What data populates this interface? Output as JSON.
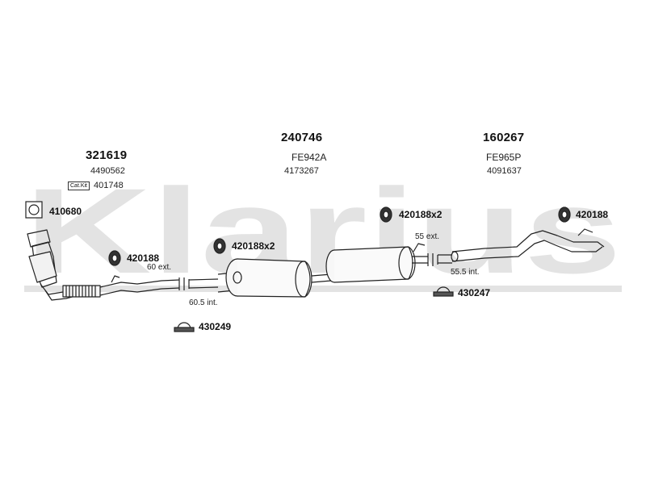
{
  "watermark": {
    "text": "Klarius",
    "color": "#e3e3e3"
  },
  "groups": [
    {
      "part_number": "321619",
      "oe_ref": "4490562"
    },
    {
      "part_number": "240746",
      "model": "FE942A",
      "oe_ref": "4173267"
    },
    {
      "part_number": "160267",
      "model": "FE965P",
      "oe_ref": "4091637"
    }
  ],
  "cat_kit": {
    "badge": "Cat.Kit",
    "number": "401748"
  },
  "fittings": {
    "gasket": "410680",
    "hanger_front": "420188",
    "hanger_mid": "420188x2",
    "hanger_rear_mid": "420188x2",
    "hanger_rear": "420188",
    "clamp_front": "430249",
    "clamp_rear": "430247"
  },
  "dimensions": {
    "front_ext": "60 ext.",
    "front_int": "60.5 int.",
    "rear_ext": "55 ext.",
    "rear_int": "55.5 int."
  }
}
